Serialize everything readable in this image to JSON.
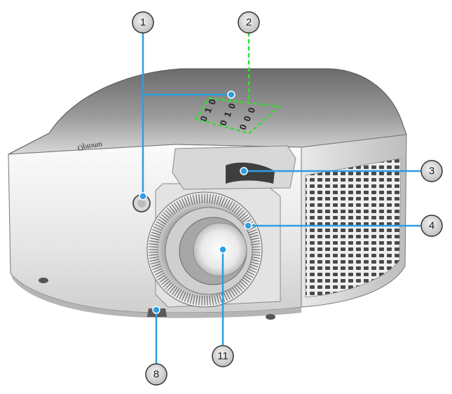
{
  "brand": "Optoma",
  "keypad_keys": [
    "0",
    "1",
    "0",
    "0",
    "1",
    "0",
    "0",
    "0",
    "0"
  ],
  "callouts": [
    {
      "id": "callout-1",
      "label": "1"
    },
    {
      "id": "callout-2",
      "label": "2"
    },
    {
      "id": "callout-3",
      "label": "3"
    },
    {
      "id": "callout-4",
      "label": "4"
    },
    {
      "id": "callout-8",
      "label": "8"
    },
    {
      "id": "callout-11",
      "label": "11"
    }
  ],
  "colors": {
    "leader_blue": "#2e9ee0",
    "highlight_green": "#31e02f",
    "body_light": "#f2f2f2",
    "body_dark": "#5e5e5e",
    "callout_fill": "#dcdcdc"
  }
}
